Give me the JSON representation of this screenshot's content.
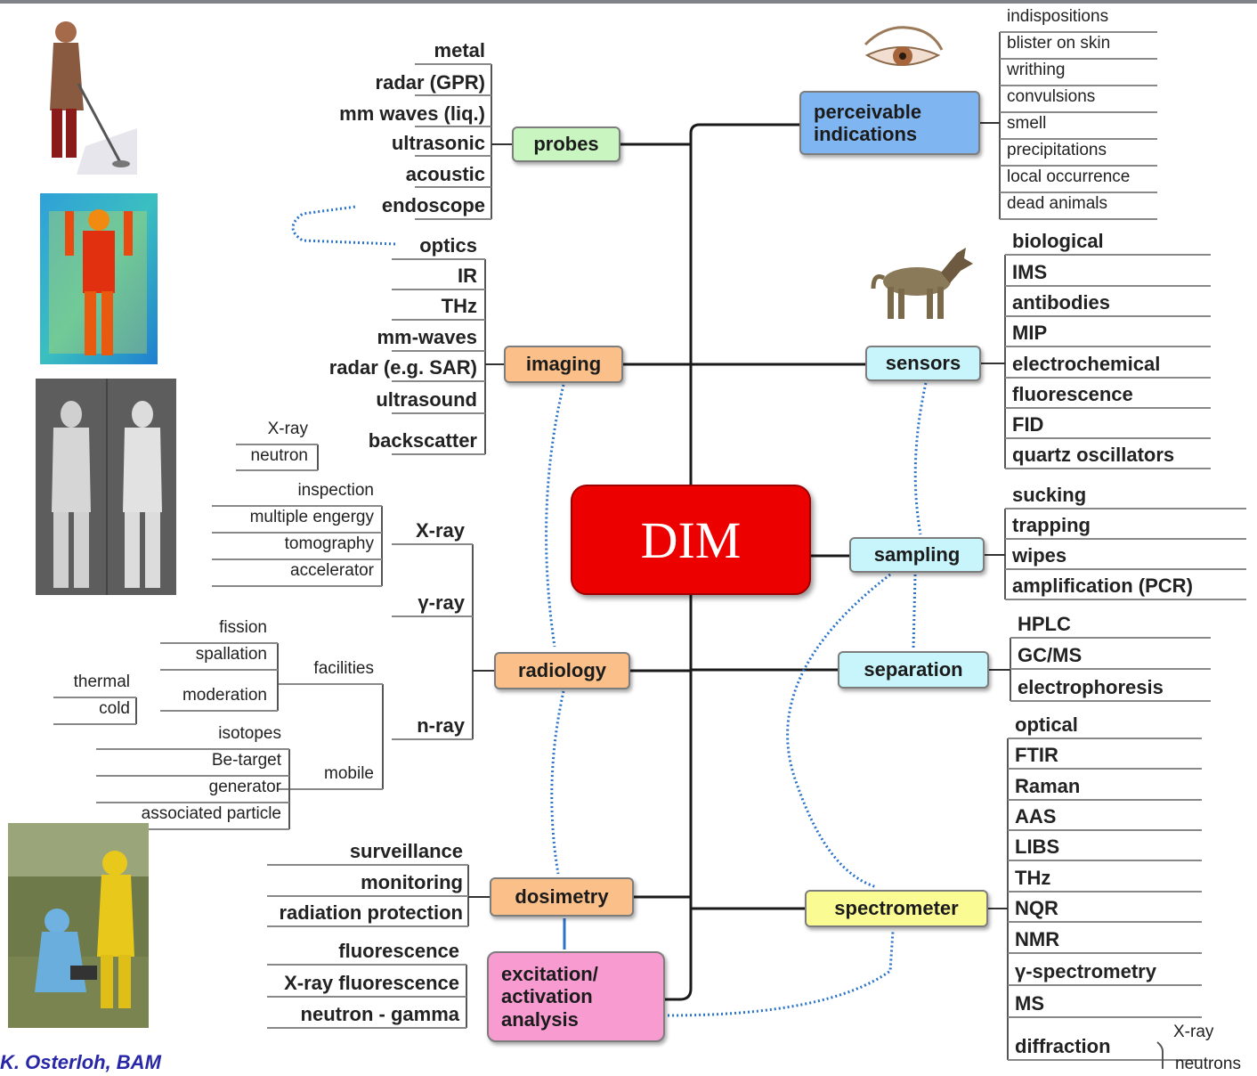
{
  "center": "DIM",
  "credit": "K. Osterloh, BAM",
  "hubs": {
    "probes": "probes",
    "imaging": "imaging",
    "radiology": "radiology",
    "dosimetry": "dosimetry",
    "excitation": "excitation/ activation analysis",
    "perceivable": "perceivable indications",
    "sensors": "sensors",
    "sampling": "sampling",
    "separation": "separation",
    "spectrometer": "spectrometer"
  },
  "probes": [
    "metal",
    "radar (GPR)",
    "mm waves (liq.)",
    "ultrasonic",
    "acoustic",
    "endoscope"
  ],
  "imaging": [
    "optics",
    "IR",
    "THz",
    "mm-waves",
    "radar (e.g. SAR)",
    "ultrasound",
    "backscatter"
  ],
  "backscatter_sub": [
    "X-ray",
    "neutron"
  ],
  "radiology": {
    "xray": "X-ray",
    "xray_sub": [
      "inspection",
      "multiple engergy",
      "tomography",
      "accelerator"
    ],
    "gamma": "γ-ray",
    "nray": "n-ray",
    "facilities": "facilities",
    "facilities_sub": [
      "fission",
      "spallation",
      "moderation"
    ],
    "moderation_sub": [
      "thermal",
      "cold"
    ],
    "mobile": "mobile",
    "mobile_sub": [
      "isotopes",
      "Be-target",
      "generator",
      "associated particle"
    ]
  },
  "dosimetry": [
    "surveillance",
    "monitoring",
    "radiation protection"
  ],
  "excitation": [
    "fluorescence",
    "X-ray fluorescence",
    "neutron - gamma"
  ],
  "perceivable": [
    "indispositions",
    "blister on skin",
    "writhing",
    "convulsions",
    "smell",
    "precipitations",
    "local occurrence",
    "dead animals"
  ],
  "sensors": [
    "biological",
    "IMS",
    "antibodies",
    "MIP",
    "electrochemical",
    "fluorescence",
    "FID",
    "quartz oscillators"
  ],
  "sampling": [
    "sucking",
    "trapping",
    "wipes",
    "amplification (PCR)"
  ],
  "separation": [
    "HPLC",
    "GC/MS",
    "electrophoresis"
  ],
  "spectrometer": [
    "optical",
    "FTIR",
    "Raman",
    "AAS",
    "LIBS",
    "THz",
    "NQR",
    "NMR",
    "γ-spectrometry",
    "MS",
    "diffraction"
  ],
  "diffraction_sub": [
    "X-ray",
    "neutrons"
  ],
  "colors": {
    "center": "#ec0000",
    "probes": "#c8f5c0",
    "left_hubs": "#fbc08a",
    "excitation": "#f79bd0",
    "perceivable": "#7fb6f2",
    "right_hubs": "#c7f5fb",
    "spectrometer": "#fbfb94",
    "link": "#2a73c8"
  }
}
